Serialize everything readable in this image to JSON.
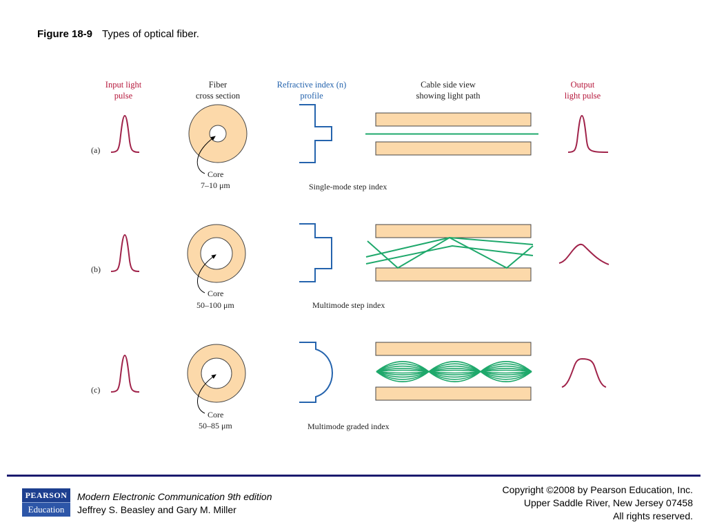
{
  "figure": {
    "number": "Figure 18-9",
    "caption": "Types of optical fiber."
  },
  "headers": {
    "input": [
      "Input light",
      "pulse"
    ],
    "fiber": [
      "Fiber",
      "cross section"
    ],
    "refractive": [
      "Refractive index (n)",
      "profile"
    ],
    "cable": [
      "Cable side view",
      "showing light path"
    ],
    "output": [
      "Output",
      "light pulse"
    ]
  },
  "rows": [
    {
      "tag": "(a)",
      "core_label": "Core",
      "core_size": "7–10 μm",
      "type_label": "Single-mode step index"
    },
    {
      "tag": "(b)",
      "core_label": "Core",
      "core_size": "50–100 μm",
      "type_label": "Multimode step index"
    },
    {
      "tag": "(c)",
      "core_label": "Core",
      "core_size": "50–85 μm",
      "type_label": "Multimode graded index"
    }
  ],
  "colors": {
    "pulse": "#a0234a",
    "cladding": "#fcd9aa",
    "profile": "#2463ad",
    "light_path": "#1ea86b",
    "header_red": "#b5163a",
    "header_blue": "#2463ad"
  },
  "footer": {
    "logo_top": "PEARSON",
    "logo_bottom": "Education",
    "book_title": "Modern Electronic Communication 9th edition",
    "authors": "Jeffrey S. Beasley and Gary M. Miller",
    "copyright": [
      "Copyright ©2008 by Pearson Education, Inc.",
      "Upper Saddle River, New Jersey 07458",
      "All rights reserved."
    ]
  }
}
